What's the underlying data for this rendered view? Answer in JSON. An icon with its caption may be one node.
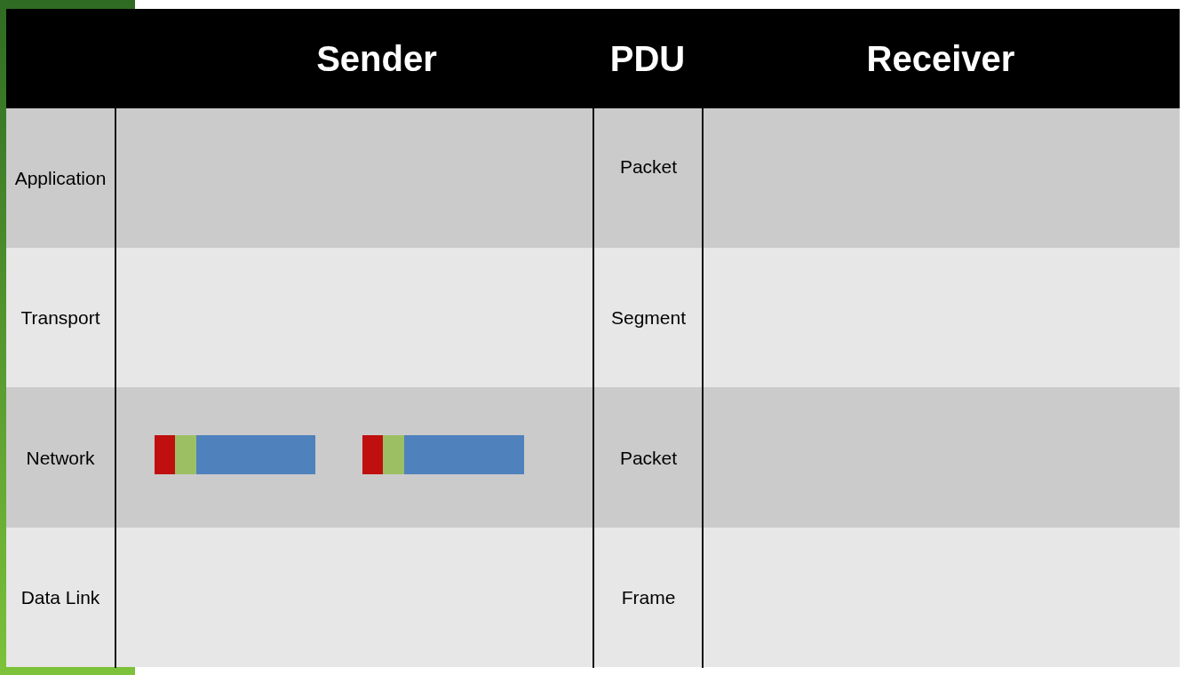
{
  "diagram": {
    "labels": [
      "Sender",
      "PDU",
      "Receiver",
      "Application",
      "Packet",
      "Transport",
      "Segment",
      "Network",
      "Packet",
      "Data Link",
      "Frame"
    ]
  }
}
